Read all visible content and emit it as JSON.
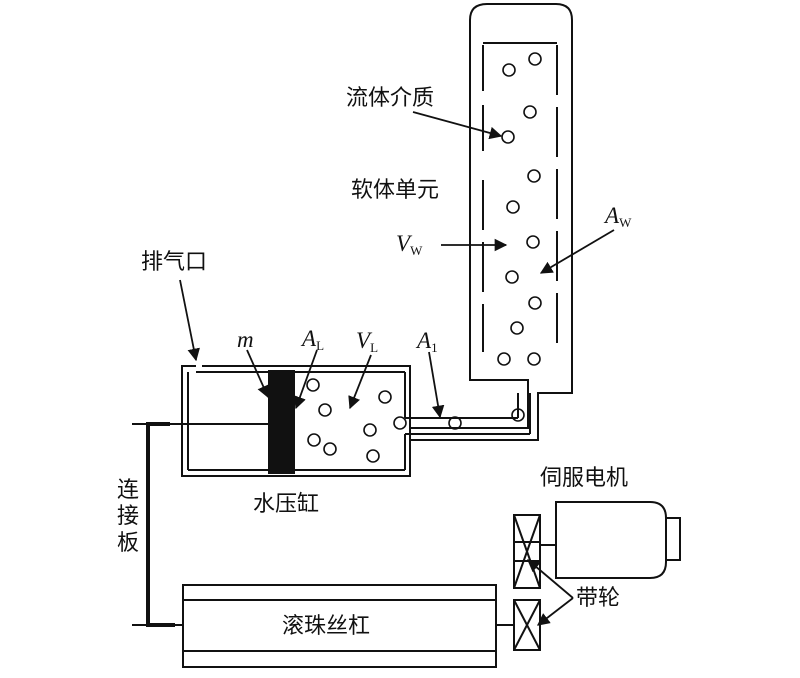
{
  "labels": {
    "fluid_medium": "流体介质",
    "soft_unit": "软体单元",
    "vent": "排气口",
    "water_cylinder": "水压缸",
    "connecting_plate": "连接板",
    "servo_motor": "伺服电机",
    "pulley": "带轮",
    "ball_screw": "滚珠丝杠"
  },
  "symbols": {
    "m": "m",
    "A_L": {
      "base": "A",
      "sub": "L"
    },
    "V_L": {
      "base": "V",
      "sub": "L"
    },
    "A_1": {
      "base": "A",
      "sub": "1"
    },
    "V_W": {
      "base": "V",
      "sub": "W"
    },
    "A_W": {
      "base": "A",
      "sub": "W"
    }
  }
}
